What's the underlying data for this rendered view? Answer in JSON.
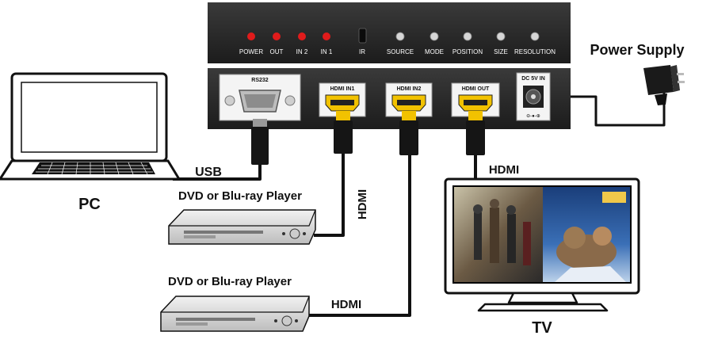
{
  "front_panel": {
    "leds": [
      {
        "label": "POWER"
      },
      {
        "label": "OUT"
      },
      {
        "label": "IN 2"
      },
      {
        "label": "IN 1"
      }
    ],
    "ir_label": "IR",
    "buttons": [
      {
        "label": "SOURCE"
      },
      {
        "label": "MODE"
      },
      {
        "label": "POSITION"
      },
      {
        "label": "SIZE"
      },
      {
        "label": "RESOLUTION"
      }
    ],
    "led_color": "#e01b1b"
  },
  "rear_panel": {
    "rs232_label": "RS232",
    "hdmi_in1_label": "HDMI IN1",
    "hdmi_in2_label": "HDMI IN2",
    "hdmi_out_label": "HDMI OUT",
    "dc_label": "DC 5V IN",
    "connector_color": "#f2c200"
  },
  "labels": {
    "power_supply": "Power Supply",
    "usb": "USB",
    "pc": "PC",
    "dvd_player_1": "DVD or Blu-ray Player",
    "dvd_player_2": "DVD or Blu-ray Player",
    "hdmi_vertical": "HDMI",
    "hdmi_bottom": "HDMI",
    "hdmi_tv": "HDMI",
    "tv": "TV"
  }
}
